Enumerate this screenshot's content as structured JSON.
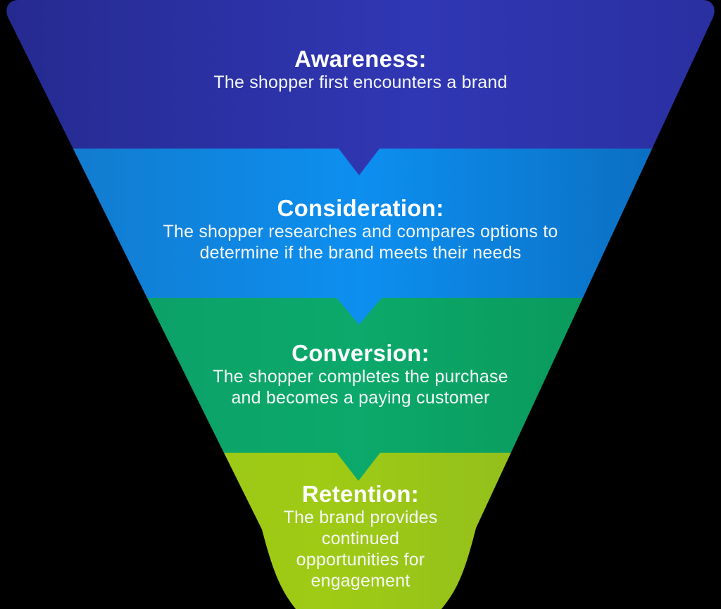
{
  "diagram": {
    "background": "#000000",
    "text_color": "#ffffff",
    "stages": [
      {
        "label": "Awareness:",
        "lines": [
          "The shopper first encounters a brand"
        ],
        "color": "#2b30a7",
        "gradient": [
          "#252a90",
          "#3037b4",
          "#2a2fa0"
        ]
      },
      {
        "label": "Consideration:",
        "lines": [
          "The shopper researches and compares options to",
          "determine if the brand meets their needs"
        ],
        "color": "#0d85e0",
        "gradient": [
          "#1377c6",
          "#0d8ff0",
          "#0a68b8"
        ]
      },
      {
        "label": "Conversion:",
        "lines": [
          "The shopper completes the purchase",
          "and becomes a paying customer"
        ],
        "color": "#0ba263",
        "gradient": [
          "#0d9c64",
          "#0ba96b",
          "#0a9153"
        ]
      },
      {
        "label": "Retention:",
        "lines": [
          "The brand provides",
          "continued",
          "opportunities for",
          "engagement"
        ],
        "color": "#96c11d",
        "gradient": [
          "#98c31c",
          "#9fcb15",
          "#86b324"
        ]
      }
    ]
  }
}
